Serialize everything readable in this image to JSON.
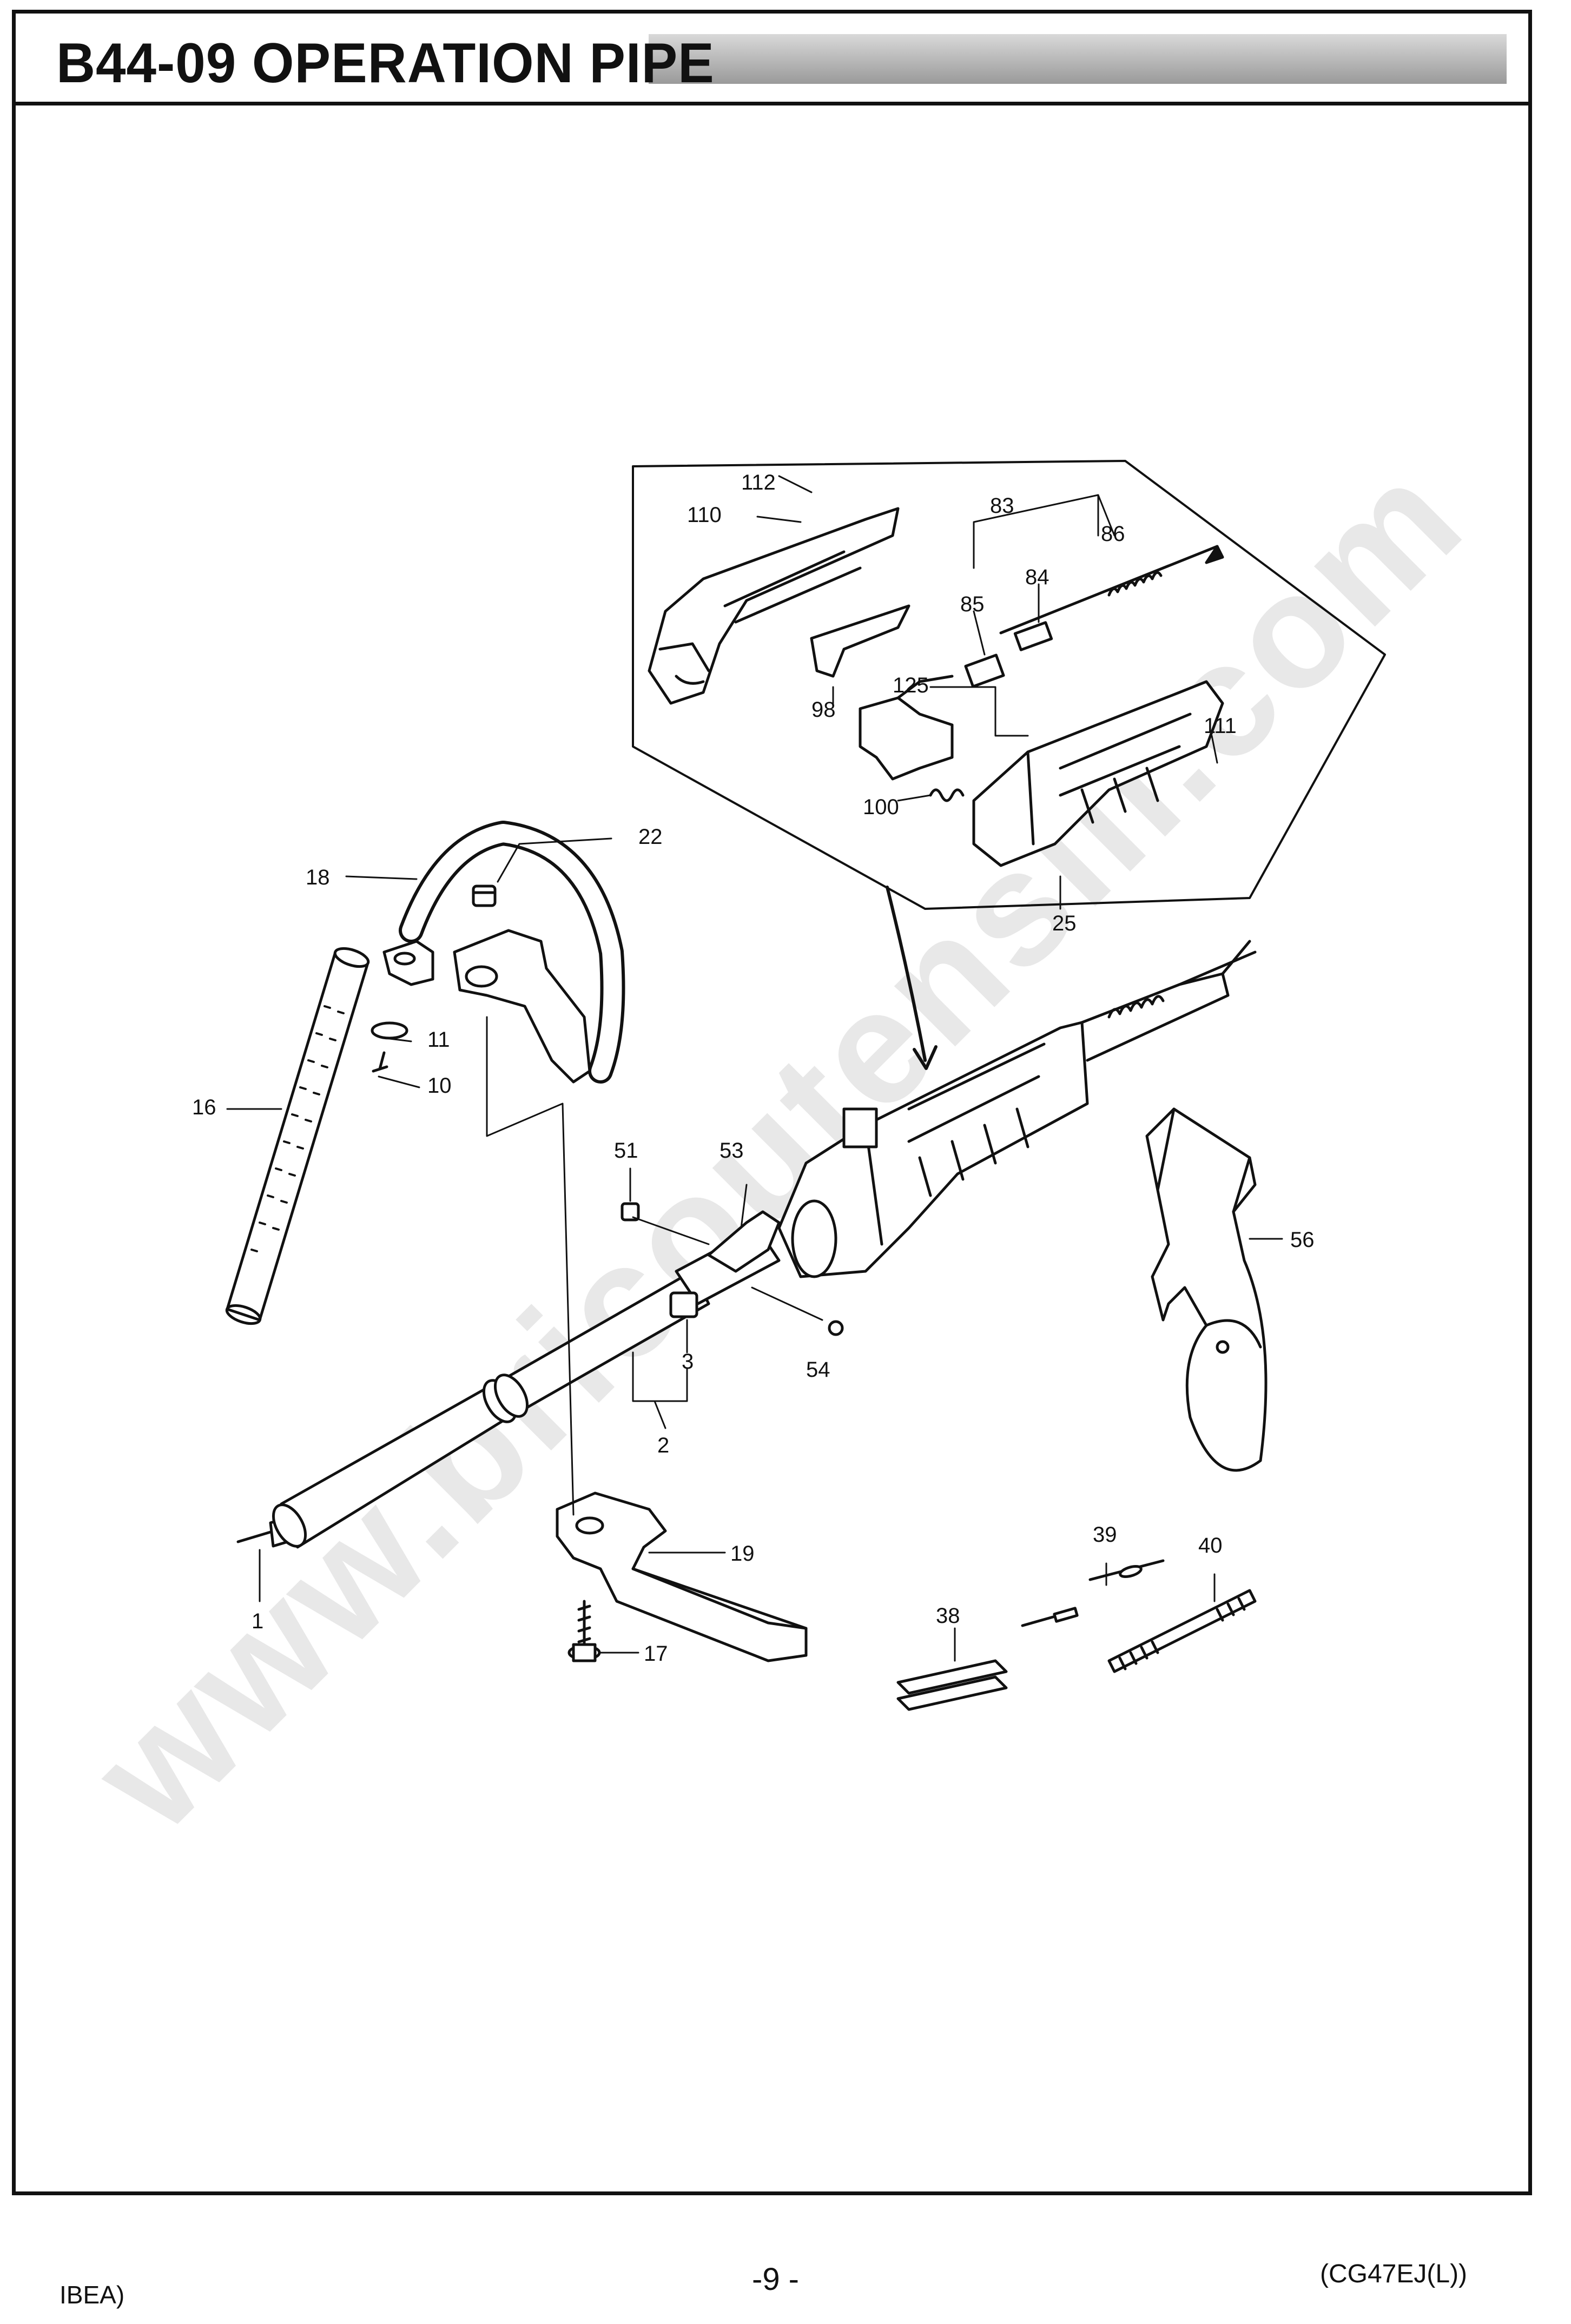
{
  "header": {
    "title": "B44-09 OPERATION PIPE"
  },
  "watermark": {
    "text": "www.bricoutensili.com"
  },
  "callouts": {
    "n1": "1",
    "n2": "2",
    "n3": "3",
    "n10": "10",
    "n11": "11",
    "n16": "16",
    "n17": "17",
    "n18": "18",
    "n19": "19",
    "n22": "22",
    "n25": "25",
    "n38": "38",
    "n39": "39",
    "n40": "40",
    "n51": "51",
    "n53": "53",
    "n54": "54",
    "n56": "56",
    "n83": "83",
    "n84": "84",
    "n85": "85",
    "n86": "86",
    "n98": "98",
    "n100": "100",
    "n110": "110",
    "n111": "111",
    "n112": "112",
    "n125": "125"
  },
  "footer": {
    "left": "IBEA)",
    "center": "-9 -",
    "right": "(CG47EJ(L))"
  },
  "colors": {
    "ink": "#111111",
    "header_gray": "#9a9a9a",
    "watermark": "#e8e8e8"
  }
}
